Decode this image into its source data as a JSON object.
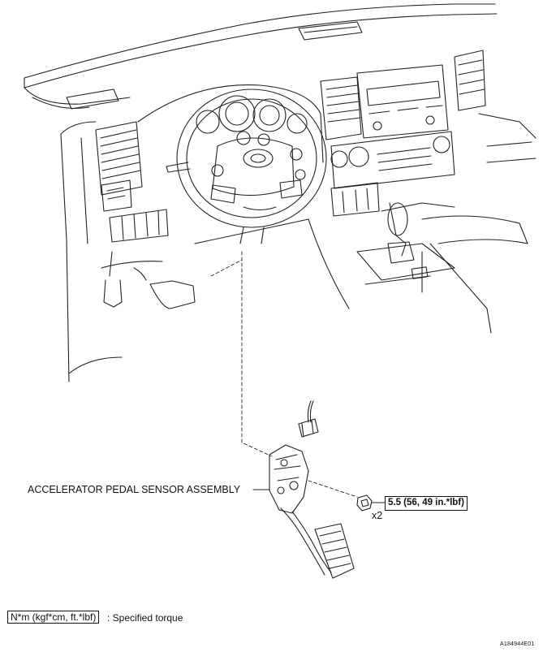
{
  "labels": {
    "component": "ACCELERATOR PEDAL SENSOR ASSEMBLY",
    "torque_value": "5.5 (56, 49 in.*lbf)",
    "quantity": "x2"
  },
  "legend": {
    "unit_box": "N*m (kgf*cm, ft.*lbf)",
    "description": ": Specified torque"
  },
  "figure_code": "A184944E01"
}
